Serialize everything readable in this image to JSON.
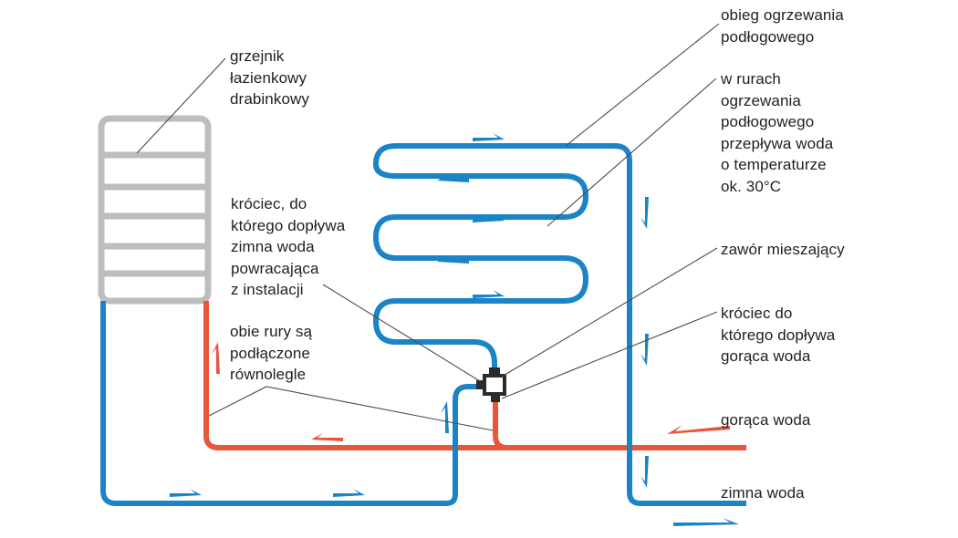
{
  "labels": {
    "radiator": "grzejnik\nłazienkowy\ndrabinkowy",
    "floor_circuit": "obieg ogrzewania\npodłogowego",
    "floor_temperature": "w rurach\nogrzewania\npodłogowego\nprzepływa woda\no temperaturze\nok. 30°C",
    "cold_return_inlet": "króciec, do\nktórego dopływa\nzimna woda\npowracająca\nz instalacji",
    "mixing_valve": "zawór mieszający",
    "hot_inlet": "króciec do\nktórego dopływa\ngorąca woda",
    "parallel_pipes": "obie rury są\npodłączone\nrównolegle",
    "hot_water": "gorąca woda",
    "cold_water": "zimna woda"
  },
  "colors": {
    "cold_pipe": "#1a84c7",
    "hot_pipe": "#e8553a",
    "radiator": "#bdbdbd",
    "leader_line": "#4a4a4a",
    "valve": "#2b2b2b"
  },
  "icons": {
    "valve": "mixing-valve-icon",
    "flow_arrow": "flow-arrow-icon"
  }
}
